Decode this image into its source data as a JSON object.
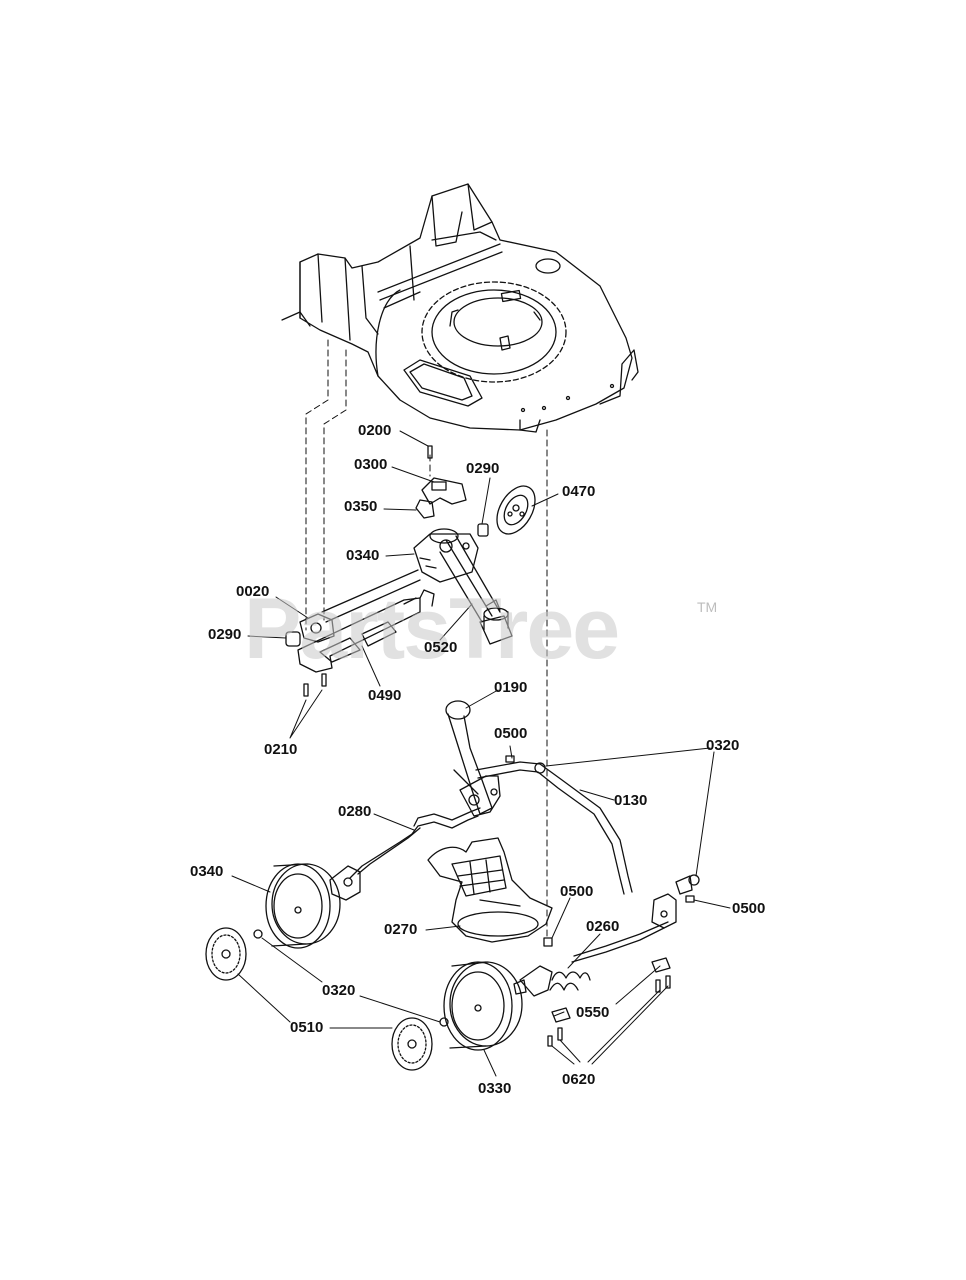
{
  "watermark": {
    "brand": "PartsTree",
    "mark": "TM"
  },
  "callouts": {
    "c0200": "0200",
    "c0300": "0300",
    "c0290a": "0290",
    "c0470": "0470",
    "c0350": "0350",
    "c0340a": "0340",
    "c0020": "0020",
    "c0290b": "0290",
    "c0520": "0520",
    "c0490": "0490",
    "c0190": "0190",
    "c0210": "0210",
    "c0500a": "0500",
    "c0320a": "0320",
    "c0130": "0130",
    "c0280": "0280",
    "c0340b": "0340",
    "c0500b": "0500",
    "c0500c": "0500",
    "c0260": "0260",
    "c0270": "0270",
    "c0320b": "0320",
    "c0550": "0550",
    "c0510": "0510",
    "c0620": "0620",
    "c0330": "0330"
  }
}
